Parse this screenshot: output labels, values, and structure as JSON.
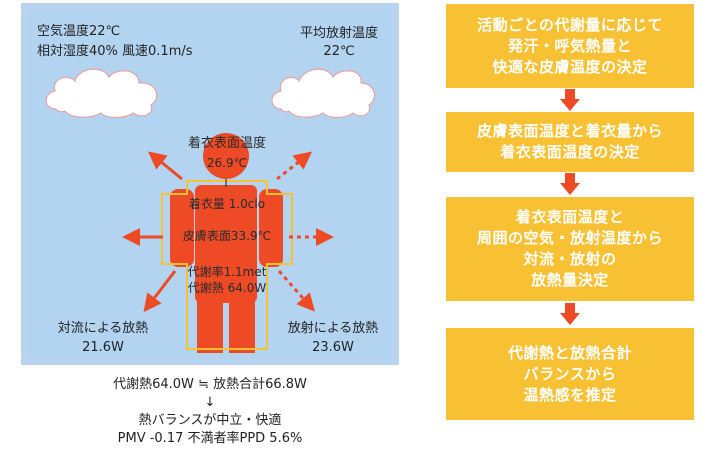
{
  "environment": {
    "air_temp": "空気温度22℃",
    "humidity_wind": "相対湿度40% 風速0.1m/s",
    "mrt_label": "平均放射温度",
    "mrt_value": "22℃"
  },
  "body": {
    "clothing_surface_temp_label": "着衣表面温度",
    "clothing_surface_temp_value": "26.9℃",
    "clothing": "着衣量 1.0clo",
    "skin_surface_temp": "皮膚表面33.9℃",
    "metabolic_rate": "代謝率1.1met",
    "metabolic_heat": "代謝熱 64.0W"
  },
  "heat_loss": {
    "convection_label": "対流による放熱",
    "convection_value": "21.6W",
    "radiation_label": "放射による放熱",
    "radiation_value": "23.6W"
  },
  "summary": {
    "balance": "代謝熱64.0W ≒ 放熱合計66.8W",
    "arrow": "↓",
    "result": "熱バランスが中立・快適",
    "pmv": "PMV -0.17 不満者率PPD 5.6%"
  },
  "flow_steps": [
    "活動ごとの代謝量に応じて\n発汗・呼気熱量と\n快適な皮膚温度の決定",
    "皮膚表面温度と着衣量から\n着衣表面温度の決定",
    "着衣表面温度と\n周囲の空気・放射温度から\n対流・放射の\n放熱量決定",
    "代謝熱と放熱合計\nバランスから\n温熱感を推定"
  ],
  "colors": {
    "panel_bg": "#b3d4f0",
    "body": "#ef4a26",
    "step_bg": "#f7c133",
    "arrow": "#ef4a26"
  }
}
